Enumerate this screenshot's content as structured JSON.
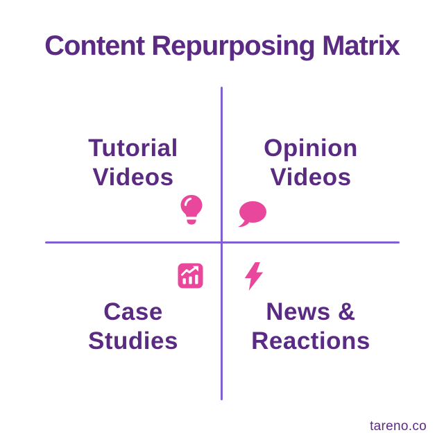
{
  "title": "Content Repurposing Matrix",
  "watermark": "tareno.co",
  "colors": {
    "heading_purple": "#5B2B84",
    "axis_violet": "#8060D0",
    "icon_pink": "#E8479B",
    "background": "#FFFFFF"
  },
  "matrix": {
    "quadrants": {
      "top_left": {
        "label": "Tutorial\nVideos",
        "icon": "lightbulb-icon"
      },
      "top_right": {
        "label": "Opinion\nVideos",
        "icon": "speech-bubble-icon"
      },
      "bottom_left": {
        "label": "Case\nStudies",
        "icon": "bar-chart-icon"
      },
      "bottom_right": {
        "label": "News &\nReactions",
        "icon": "lightning-bolt-icon"
      }
    }
  }
}
